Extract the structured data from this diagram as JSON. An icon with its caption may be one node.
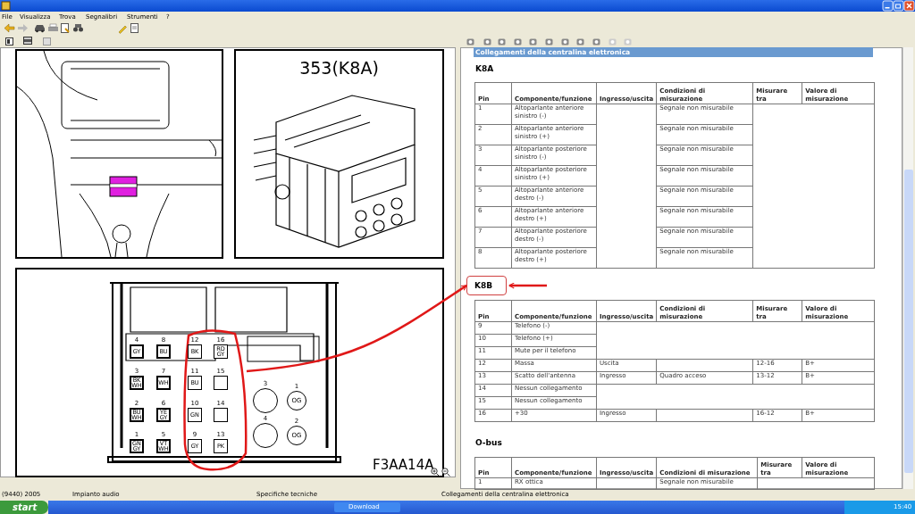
{
  "diagram": {
    "nodes": [
      {
        "text": [
          "4",
          "GY"
        ]
      },
      {
        "text": [
          "8",
          "BU"
        ]
      },
      {
        "text": [
          "3",
          "BK WH"
        ]
      },
      {
        "text": [
          "7",
          "WH"
        ]
      },
      {
        "text": [
          "2",
          "BU WH"
        ]
      },
      {
        "text": [
          "6",
          "YE GY"
        ]
      },
      {
        "text": [
          "1",
          "GN GY"
        ]
      },
      {
        "text": [
          "5",
          "VT WH"
        ]
      },
      {
        "text": [],
        "shape": "circle"
      },
      {
        "text": [
          "12",
          "BK"
        ],
        "in": 8
      },
      {
        "text": [
          "16",
          "RD GY"
        ],
        "in": 8
      },
      {
        "text": [
          "11",
          "BU"
        ],
        "in": 8
      },
      {
        "text": [
          "15"
        ],
        "in": 8
      },
      {
        "text": [
          "10",
          "GN"
        ],
        "in": 8
      },
      {
        "text": [
          "14"
        ],
        "in": 8
      },
      {
        "text": [
          "9",
          "GY"
        ],
        "in": 8
      },
      {
        "text": [
          "13",
          "PK"
        ],
        "in": 8
      },
      {
        "text": [
          "3"
        ]
      },
      {
        "text": [
          "1",
          "OG"
        ]
      },
      {
        "text": [
          "4"
        ]
      },
      {
        "text": [
          "2",
          "OG"
        ]
      },
      {
        "text": [
          "K8B"
        ]
      }
    ],
    "edges": [
      {
        "from": 8,
        "to": 21,
        "arrow": "to"
      },
      {
        "from": null,
        "to": 21,
        "arrow": "to"
      }
    ],
    "labels": [
      "File",
      "Visualizza",
      "Trova",
      "Segnalibri",
      "Strumenti",
      "?",
      "353(K8A)",
      "F3AA14A",
      "Collegamenti della centralina elettronica",
      "K8A",
      "Pin",
      "Componente/funzione",
      "Ingresso/uscita",
      "Condizioni di misurazione",
      "Misurare tra",
      "Valore di misurazione",
      "1",
      "Altoparlante anteriore sinistro (-)",
      "Segnale non misurabile",
      "2",
      "Altoparlante anteriore sinistro (+)",
      "Segnale non misurabile",
      "3",
      "Altoparlante posteriore sinistro (-)",
      "Segnale non misurabile",
      "4",
      "Altoparlante posteriore sinistro (+)",
      "Segnale non misurabile",
      "5",
      "Altoparlante anteriore destro (-)",
      "Segnale non misurabile",
      "6",
      "Altoparlante anteriore destro (+)",
      "Segnale non misurabile",
      "7",
      "Altoparlante posteriore destro (-)",
      "Segnale non misurabile",
      "8",
      "Altoparlante posteriore destro (+)",
      "Segnale non misurabile",
      "Pin",
      "Componente/funzione",
      "Ingresso/uscita",
      "Condizioni di misurazione",
      "Misurare tra",
      "Valore di misurazione",
      "9",
      "Telefono (-)",
      "10",
      "Telefono (+)",
      "11",
      "Mute per il telefono",
      "12",
      "Massa",
      "Uscita",
      "12-16",
      "B+",
      "13",
      "Scatto dell'antenna",
      "Ingresso",
      "Quadro acceso",
      "13-12",
      "B+",
      "14",
      "Nessun collegamento",
      "15",
      "Nessun collegamento",
      "16",
      "+30",
      "Ingresso",
      "16-12",
      "B+",
      "O-bus",
      "Pin",
      "Componente/funzione",
      "Ingresso/uscita",
      "Condizioni di misurazione",
      "Misurare tra",
      "Valore di misurazione",
      "1",
      "RX ottica",
      "Segnale non misurabile",
      "(9440) 2005",
      "Impianto audio",
      "Specifiche tecniche",
      "Collegamenti della centralina elettronica",
      "start",
      "Download",
      "15:40"
    ]
  }
}
